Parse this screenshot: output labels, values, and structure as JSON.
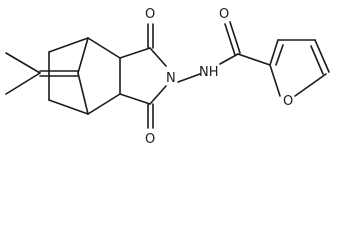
{
  "diagram": {
    "type": "chemical-structure",
    "atom_labels": {
      "o_imide_top": "O",
      "o_imide_bottom": "O",
      "n_imide": "N",
      "nh_amide": "NH",
      "o_amide": "O",
      "o_furan": "O"
    },
    "colors": {
      "bond": "#1a1a1a",
      "label": "#1a1a1a",
      "background": "#ffffff"
    }
  }
}
